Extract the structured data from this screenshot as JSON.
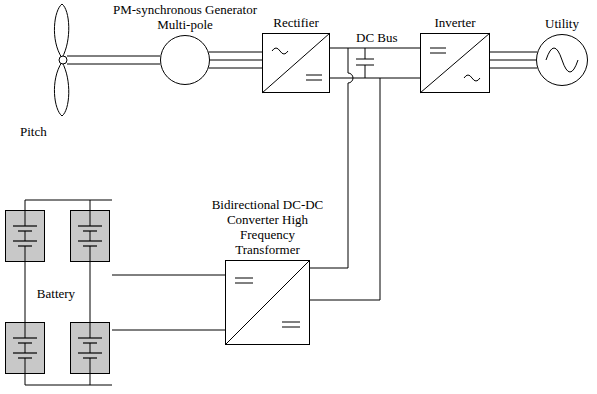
{
  "diagram": {
    "nodes": [
      {
        "text": [
          "PM-synchronous Generator Multi-pole"
        ]
      },
      {
        "text": [
          "Rectifier"
        ]
      },
      {
        "text": [
          "Inverter"
        ]
      },
      {
        "text": [
          "Utility"
        ]
      },
      {
        "text": [
          "Battery"
        ]
      },
      {
        "text": [
          "Bidirectional DC-DC Converter High Frequency Transformer"
        ]
      }
    ],
    "edges": [
      {
        "from": 0,
        "to": 1,
        "arrow": "none"
      },
      {
        "from": 1,
        "to": 2,
        "arrow": "none"
      },
      {
        "from": 2,
        "to": 3,
        "arrow": "none"
      },
      {
        "from": 4,
        "to": 5,
        "arrow": "none"
      }
    ],
    "labels": [
      "Pitch",
      "DC Bus"
    ]
  }
}
